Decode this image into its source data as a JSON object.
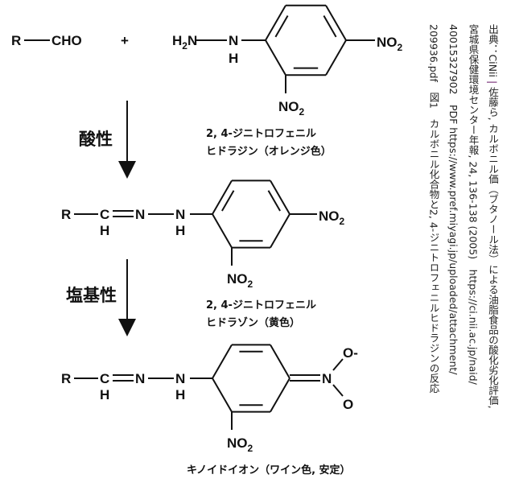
{
  "reaction": {
    "aldehyde": {
      "r": "R",
      "cho": "CHO"
    },
    "plus": "+",
    "reagent": {
      "h": "H",
      "sub2": "2",
      "n": "N",
      "nh_h": "H"
    },
    "nitro": {
      "no": "NO",
      "sub": "2"
    },
    "reagent_label": [
      "2, 4-ジニトロフェニル",
      "ヒドラジン（オレンジ色）"
    ],
    "condition_1": "酸性",
    "hydrazone": {
      "r": "R",
      "c": "C",
      "n": "N",
      "h": "H"
    },
    "hydrazone_label": [
      "2, 4-ジニトロフェニル",
      "ヒドラゾン（黄色）"
    ],
    "condition_2": "塩基性",
    "quinoid": {
      "n_plus": "N",
      "o_minus": "O-",
      "o": "O"
    },
    "quinoid_label": "キノイドイオン（ワイン色, 安定）"
  },
  "source": {
    "lines": [
      [
        "出典：CiNii ",
        "|",
        " 佐藤ら, カルボニル価（ブタノール法）による油脂食品の酸化劣化評価,"
      ],
      "宮城県保健環境センター年報, 24, 136-138 (2005)　https://ci.nii.ac.jp/naid/",
      "40015327902　PDF https://www.pref.miyagi.jp/uploaded/attachment/",
      "209936.pdf　図1　カルボニル化合物と2, 4-ジニトロフェニルヒドラジンの反応"
    ]
  }
}
